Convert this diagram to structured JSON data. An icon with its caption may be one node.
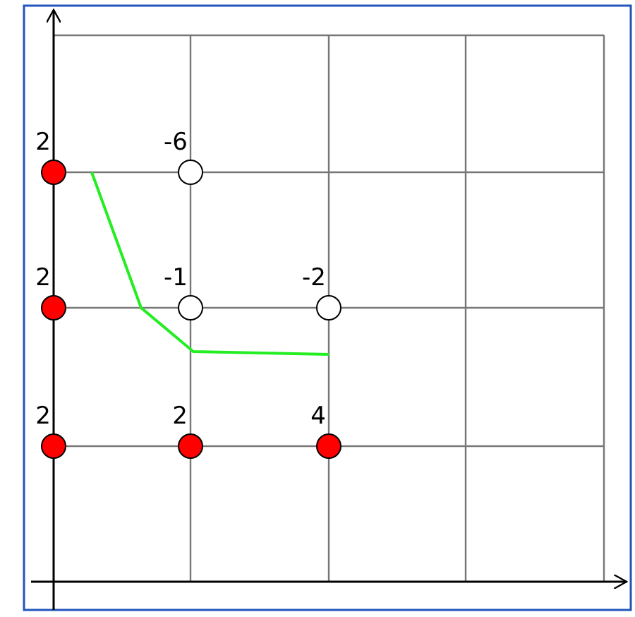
{
  "diagram": {
    "nodes": [
      {
        "text": [],
        "shape": "circle",
        "beside": [
          "2"
        ]
      },
      {
        "text": [],
        "shape": "circle",
        "beside": [
          "-6"
        ]
      },
      {
        "text": [],
        "shape": "circle",
        "beside": [
          "2"
        ]
      },
      {
        "text": [],
        "shape": "circle",
        "beside": [
          "-1"
        ]
      },
      {
        "text": [],
        "shape": "circle",
        "beside": [
          "-2"
        ]
      },
      {
        "text": [],
        "shape": "circle",
        "beside": [
          "2"
        ]
      },
      {
        "text": [],
        "shape": "circle",
        "beside": [
          "2"
        ]
      },
      {
        "text": [],
        "shape": "circle",
        "beside": [
          "4"
        ]
      }
    ]
  }
}
